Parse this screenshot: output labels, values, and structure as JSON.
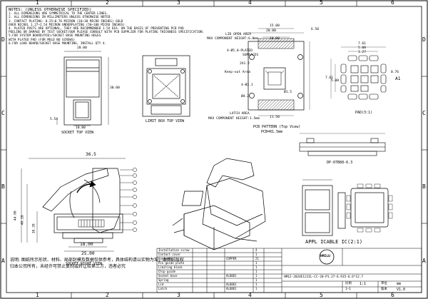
{
  "border": {
    "top": [
      "1",
      "2",
      "3",
      "4",
      "5",
      "6"
    ],
    "side": [
      "D",
      "C",
      "B",
      "A"
    ]
  },
  "notes": {
    "title": "NOTES: (UNLESS OTHERWISE SPECIFIED)",
    "lines": [
      "1. ALL DIMENSIONS ARE SYMMETRICAL TO THE CENTER LINES.",
      "2. ALL DIMENSIONS IN MILLIMETERS UNLESS OTHERWISE NOTED.",
      "3. CONTACT PLATING: 0.25~0.76 MICRON (10~30 MICRO INCHES) GOLD",
      "OVER NICKEL 1.27~2.54 MICRON UNDERPLATING (50~100 MICRO INCHES).",
      "4. PLATED POSTS ARE OPTIONAL, THEY ARE RECOMMENDED 1.5X DIA. ON THE BASIS OF PREVENTING PCB PAD",
      "PEELING OR DAMAGE BY TEST SOCKET/OUR PLEASE CONSULT WITH PCB SUPPLIER FOR PLATING THICKNESS SPECIFICATION.",
      "5.FOR SYSTEM BOARD(PCB)/SOCKET BASE MOUNTING HOLES",
      "WITH PLATED PAD (FOR MOLD NO SCREWS)",
      "6.FOR LOAD BOARD/SOCKET BASE MOUNTING, INSTALL QTY 4."
    ]
  },
  "socket_top": {
    "caption": "SOCKET TOP VIEW",
    "dims": [
      "20.00",
      "30.00",
      "10.80",
      "5.54"
    ]
  },
  "limit_box": {
    "caption": "LIMIT BOX   TOP VIEW"
  },
  "pcb_pattern": {
    "caption1": "PCB PATTERN (Top View)",
    "caption2": "PCB=R1.5mm",
    "callouts": [
      "LID OPEN AREA",
      "MAX COMPONENT HEIGHT:6.0mm",
      "4-Ø5.0-PLATED",
      "SURFACES",
      "Keep-out Area",
      "LATCH AREA",
      "MAX COMPONENT HEIGHT:1.5mm"
    ],
    "dims": [
      "20.00",
      "15.00",
      "10.00",
      "6.50",
      "11.50",
      "4-Ø2.1",
      "Ø4.2",
      "2X1.2",
      "Ø1.5"
    ]
  },
  "pad": {
    "caption": "PAD(3:1)",
    "dims": [
      "7.61",
      "5.08",
      "1.27",
      "0.76",
      "7.61",
      "5.08"
    ],
    "label": "A1"
  },
  "side_small": {
    "caption": "DP-07B88-6.3"
  },
  "right_view": {
    "caption": "SOCKET RIGHT VIEW",
    "dims": [
      "36.5",
      "44.00",
      "40.28",
      "10.28",
      "18.00",
      "25.00"
    ]
  },
  "applicable": {
    "caption": "APPL ICABLE IC(2:1)"
  },
  "title_block": {
    "rows": [
      {
        "desc": "Installation screw",
        "mat": "",
        "qty": "4"
      },
      {
        "desc": "Contact cover",
        "mat": "",
        "qty": "1"
      },
      {
        "desc": "Contacts",
        "mat": "COPPER",
        "qty": "21"
      },
      {
        "desc": "Pin guide plate",
        "mat": "",
        "qty": "1"
      },
      {
        "desc": "Limiting block",
        "mat": "",
        "qty": "1"
      },
      {
        "desc": "Chip guide",
        "mat": "",
        "qty": "1"
      },
      {
        "desc": "Socket base",
        "mat": "AL6061",
        "qty": "1"
      },
      {
        "desc": "Spring",
        "mat": "",
        "qty": "1"
      },
      {
        "desc": "Lid",
        "mat": "AL6061",
        "qty": "1"
      },
      {
        "desc": "Latch",
        "mat": "AL6061",
        "qty": "1"
      }
    ],
    "logo": "HMILU",
    "part_no": "HM12-2024E121IL-CC-20-P1.27-6.915-6.6*12.7",
    "scale_label": "比例",
    "scale": "1:1",
    "unit_label": "单位",
    "unit": "mm",
    "sheet_label": "版本",
    "sheet": "1—1",
    "rev": "V1.0"
  },
  "bottom_note": {
    "line1": "说明: 图纸所示形状、材料、局部封模及数据仅供参考，具体结构请以实物为准；本图纸版权",
    "line2": "归本公司所有，未经许可禁止复制或转让给第三方，违者必究"
  }
}
